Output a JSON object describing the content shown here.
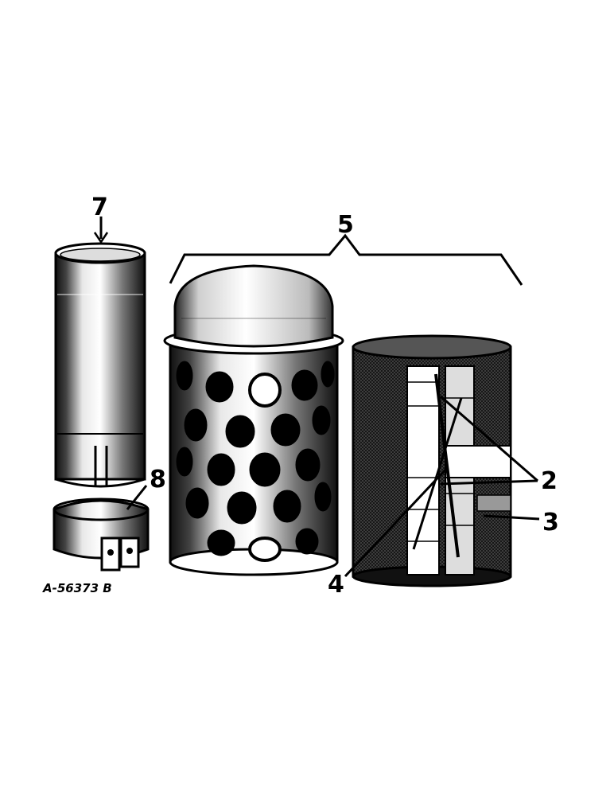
{
  "callouts": {
    "part_7": "7",
    "part_5": "5",
    "part_8": "8",
    "part_2": "2",
    "part_3": "3",
    "part_4": "4"
  },
  "drawing_number": "A-56373 B",
  "colors": {
    "ink": "#000000",
    "paper": "#ffffff"
  }
}
